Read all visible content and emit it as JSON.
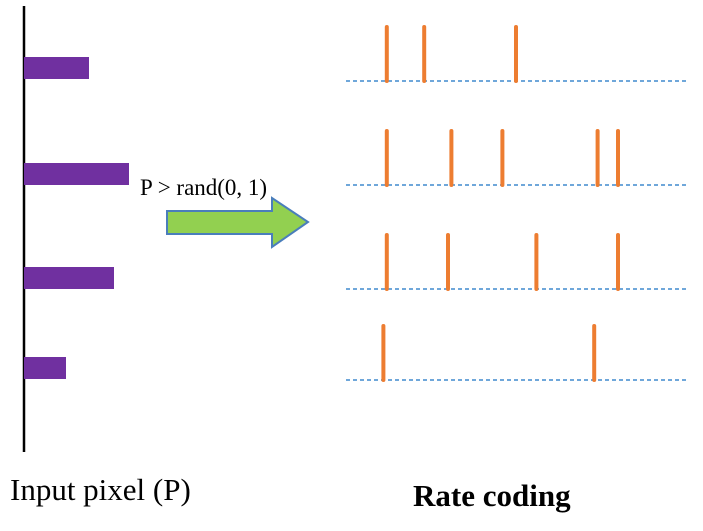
{
  "labels": {
    "input": "Input pixel (P)",
    "output": "Rate coding",
    "rule": "P > rand(0, 1)"
  },
  "colors": {
    "axis": "#000000",
    "pixel_bar": "#7030a0",
    "spike": "#ed7d31",
    "baseline": "#5b9bd5",
    "arrow_fill": "#92d050",
    "arrow_stroke": "#4a7ebb"
  },
  "pixels": [
    {
      "intensity": 0.62
    },
    {
      "intensity": 1.0
    },
    {
      "intensity": 0.86
    },
    {
      "intensity": 0.4
    }
  ],
  "spike_trains": [
    {
      "spike_times": [
        0.12,
        0.23,
        0.5
      ]
    },
    {
      "spike_times": [
        0.12,
        0.31,
        0.46,
        0.74,
        0.8
      ]
    },
    {
      "spike_times": [
        0.12,
        0.3,
        0.56,
        0.8
      ]
    },
    {
      "spike_times": [
        0.11,
        0.73
      ]
    }
  ]
}
